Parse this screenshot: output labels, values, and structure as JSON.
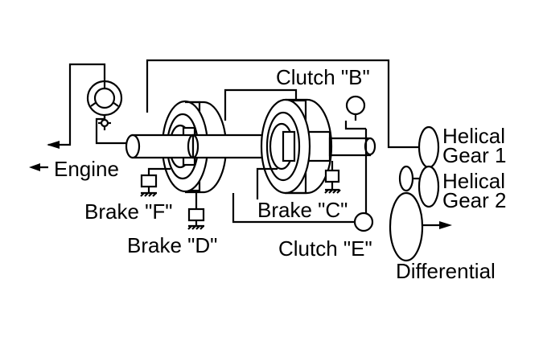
{
  "labels": {
    "clutch_b": "Clutch \"B\"",
    "engine": "Engine",
    "brake_f": "Brake \"F\"",
    "brake_c": "Brake \"C\"",
    "brake_d": "Brake \"D\"",
    "clutch_e": "Clutch \"E\"",
    "helical_gear_1_line1": "Helical",
    "helical_gear_1_line2": "Gear 1",
    "helical_gear_2_line1": "Helical",
    "helical_gear_2_line2": "Gear 2",
    "differential": "Differential"
  },
  "colors": {
    "line": "#000000",
    "background": "#ffffff"
  }
}
